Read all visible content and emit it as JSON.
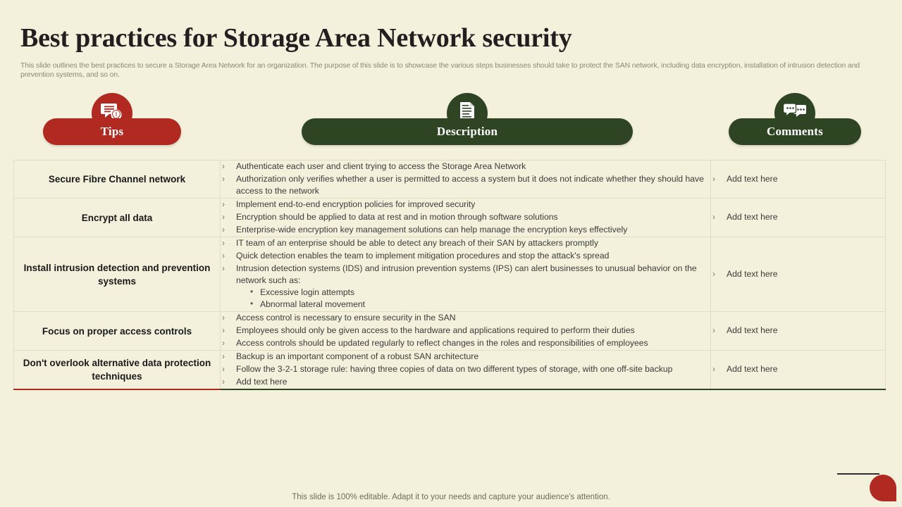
{
  "theme": {
    "background": "#f3f0db",
    "accent_red": "#b02a22",
    "accent_green": "#2e4423",
    "text_dark": "#231f20",
    "text_muted": "#8c8a78"
  },
  "header": {
    "title": "Best practices for Storage Area Network security",
    "subtitle": "This slide outlines the best practices to secure a Storage Area Network for an organization. The purpose of this slide is to showcase the various steps businesses should take to protect the SAN network, including data encryption, installation of intrusion detection and prevention systems, and so on."
  },
  "columns": [
    {
      "label": "Tips",
      "icon": "speech-bubble-lightbulb-icon",
      "color": "#b02a22"
    },
    {
      "label": "Description",
      "icon": "document-icon",
      "color": "#2e4423"
    },
    {
      "label": "Comments",
      "icon": "chat-bubbles-icon",
      "color": "#2e4423"
    }
  ],
  "rows": [
    {
      "tip": "Secure Fibre Channel network",
      "description": [
        {
          "text": "Authenticate each user and client trying to access the Storage Area Network"
        },
        {
          "text": "Authorization only verifies whether a user is permitted to access a system but it does not indicate whether they should have access to the network"
        }
      ],
      "comment": "Add text here"
    },
    {
      "tip": "Encrypt all data",
      "description": [
        {
          "text": "Implement end-to-end encryption policies for improved security"
        },
        {
          "text": "Encryption should be applied to data at rest and in motion through software solutions"
        },
        {
          "text": "Enterprise-wide encryption key management solutions can help manage the encryption keys effectively"
        }
      ],
      "comment": "Add text here"
    },
    {
      "tip": "Install intrusion detection and prevention systems",
      "description": [
        {
          "text": "IT team of an enterprise should be able to detect any breach of their SAN by attackers promptly"
        },
        {
          "text": "Quick detection enables the team to implement mitigation procedures and stop the attack's spread"
        },
        {
          "text": "Intrusion detection systems (IDS) and intrusion prevention systems (IPS) can alert businesses to unusual behavior on the network such as:",
          "sub": [
            "Excessive login attempts",
            "Abnormal lateral movement"
          ]
        }
      ],
      "comment": "Add text here"
    },
    {
      "tip": "Focus on proper access controls",
      "description": [
        {
          "text": "Access control is necessary to ensure security in the SAN"
        },
        {
          "text": "Employees should only be given access to the hardware and applications required to perform their duties"
        },
        {
          "text": "Access controls should be updated regularly to reflect changes in the roles and responsibilities of employees"
        }
      ],
      "comment": "Add text here"
    },
    {
      "tip": "Don't overlook alternative data protection techniques",
      "description": [
        {
          "text": "Backup is an important component of a robust SAN architecture"
        },
        {
          "text": "Follow the 3-2-1 storage rule: having three copies of data on two different types of storage, with one off-site backup"
        },
        {
          "text": "Add text here"
        }
      ],
      "comment": "Add text here"
    }
  ],
  "footer": {
    "note": "This slide is 100% editable. Adapt it to your needs and capture your audience's attention."
  },
  "bullet_glyphs": {
    "chevron": "›",
    "dot": "•"
  }
}
